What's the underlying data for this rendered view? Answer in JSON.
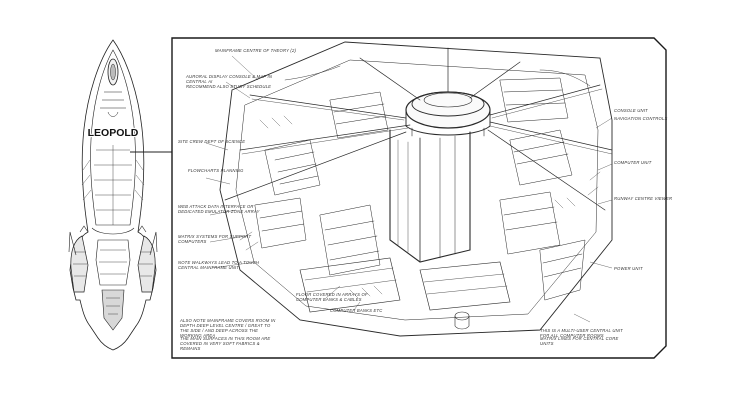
{
  "ship": {
    "name": "LEOPOLD"
  },
  "annotations": [
    "MAINFRAME CENTRE OF THEORY (2)",
    "AURORAL DISPLAY CONSOLE & MAP IN CENTRAL AI",
    "RECOMMEND ALSO STUDY SCHEDULE",
    "SITE CREW DEPT OF SCIENCE",
    "FLOWCHARTS PLANNING",
    "WEB ATTACK DATA INTERFACE OR DEDICATED EMULATOR ZONE ARRAY",
    "MATRIX SYSTEMS FOR SUPPORT COMPUTERS",
    "NOTE WALKWAYS LEAD TO A TOUCH CENTRAL MAINFRAME UNIT",
    "FLOOR COVERED IN ARRAYS OF COMPUTER BANKS & CABLES",
    "COMPUTER BANKS ETC",
    "ALSO NOTE MAINFRAME COVERS ROOM IN DEPTH DEEP LEVEL CENTRE / GREAT TO THE SIDE / AND DEEP ACROSS THE WORKING AREA",
    "THE MAIN SURFACES IN THIS ROOM ARE COVERED IN VERY SOFT FABRICS & REMAINS",
    "CONSOLE UNIT",
    "NAVIGATION CONTROLS",
    "COMPUTER UNIT",
    "RUNWAY CENTRE VIEWER",
    "POWER UNIT",
    "THIS IS A MULTI-USER CENTRAL UNIT FOR ALL COMPUTER ROOMS",
    "MATRIX LINES FOR CENTRAL CORE UNITS"
  ],
  "colors": {
    "line": "#222222",
    "panel_border": "#1a1a1a",
    "background": "#ffffff"
  }
}
